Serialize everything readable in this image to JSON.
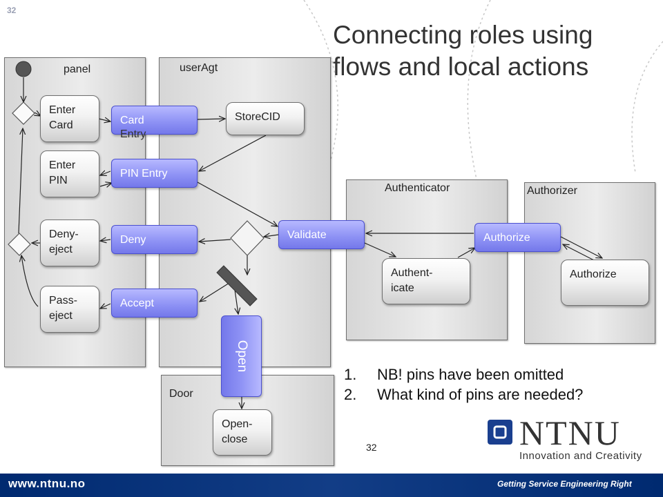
{
  "slide": {
    "number_top": "32",
    "title_line1": "Connecting roles using",
    "title_line2": "flows and local actions",
    "page_number": "32"
  },
  "partitions": {
    "panel": "panel",
    "userAgt": "userAgt",
    "authenticator": "Authenticator",
    "authorizer": "Authorizer",
    "door": "Door"
  },
  "actions": {
    "enter_card_1": "Enter",
    "enter_card_2": "Card",
    "enter_pin_1": "Enter",
    "enter_pin_2": "PIN",
    "deny_eject_1": "Deny-",
    "deny_eject_2": "eject",
    "pass_eject_1": "Pass-",
    "pass_eject_2": "eject",
    "store_cid": "StoreCID",
    "authenticate_1": "Authent-",
    "authenticate_2": "icate",
    "authorize_local": "Authorize",
    "open_close_1": "Open-",
    "open_close_2": "close"
  },
  "flows": {
    "card_entry_1": "Card",
    "card_entry_2": "Entry",
    "pin_entry": "PIN Entry",
    "deny": "Deny",
    "accept": "Accept",
    "validate": "Validate",
    "authorize": "Authorize",
    "open": "Open"
  },
  "notes": [
    {
      "num": "1.",
      "text": "NB! pins have been omitted"
    },
    {
      "num": "2.",
      "text": "What kind of pins are needed?"
    }
  ],
  "logo": {
    "name": "NTNU",
    "tagline": "Innovation and Creativity"
  },
  "footer": {
    "url": "www.ntnu.no",
    "tagline": "Getting Service Engineering Right"
  }
}
